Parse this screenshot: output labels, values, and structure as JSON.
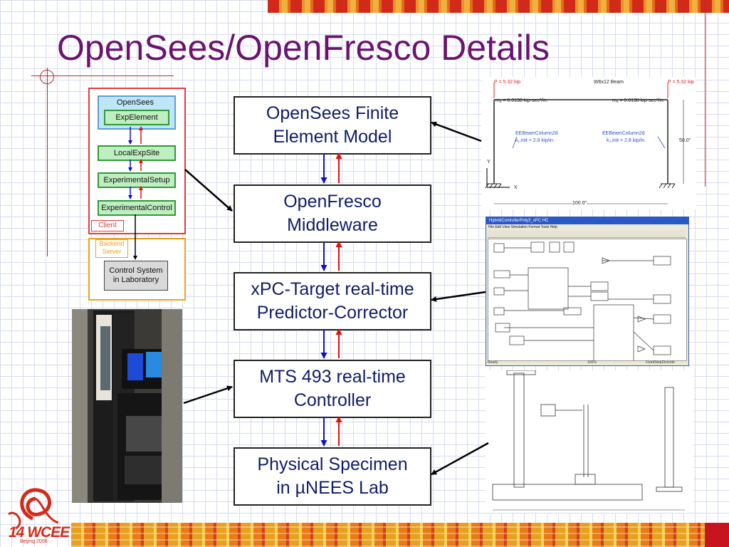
{
  "title": "OpenSees/OpenFresco Details",
  "stack": [
    {
      "label": "OpenSees Finite\nElement Model"
    },
    {
      "label": "OpenFresco\nMiddleware"
    },
    {
      "label": "xPC-Target real-time\nPredictor-Corrector"
    },
    {
      "label": "MTS 493 real-time\nController"
    },
    {
      "label": "Physical Specimen\nin µNEES Lab"
    }
  ],
  "client_diagram": {
    "opensees": "OpenSees",
    "exp_element": "ExpElement",
    "local_exp_site": "LocalExpSite",
    "experimental_setup": "ExperimentalSetup",
    "experimental_control": "ExperimentalControl",
    "client_tag": "Client",
    "server_tag": "Backend\nServer",
    "control_system": "Control System\nin Laboratory"
  },
  "frame_drawing": {
    "beam": "W6x12 Beam",
    "p_left": "P = 5.32 kip",
    "p_right": "P = 5.32 kip",
    "m_left": "mₐ = 0.0138 kip-sec²/in.",
    "m_right": "mₐ = 0.0138 kip-sec²/in.",
    "col_left_1": "EEBeamColumn2d",
    "col_left_2": "k₁,init = 2.8 kip/in.",
    "col_right_1": "EEBeamColumn2d",
    "col_right_2": "k₂,init = 2.8 kip/in.",
    "height": "50.0\"",
    "width": "100.0\"",
    "axis_y": "Y",
    "axis_x": "X"
  },
  "simulink_window": {
    "title": "HybridControllerPoly3_xPC HC",
    "menu": "File  Edit  View  Simulation  Format  Tools  Help",
    "status_left": "Ready",
    "status_mid": "100%",
    "status_right": "FixedStepDiscrete"
  },
  "logo": {
    "text": "14 WCEE",
    "sub": "Beijing 2008"
  },
  "colors": {
    "title": "#6a1470",
    "box_text": "#0f1d66",
    "arrow_down": "#1010c8",
    "arrow_up": "#e01010"
  }
}
